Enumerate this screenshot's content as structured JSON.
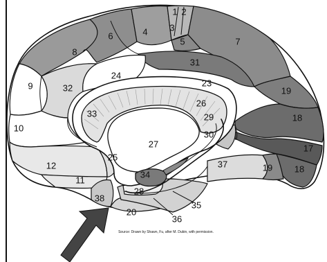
{
  "colors": {
    "white": "#ffffff",
    "light": "#e6e6e6",
    "lighter": "#efefef",
    "mid": "#b3b3b3",
    "midlight": "#cccccc",
    "dark": "#8a8a8a",
    "darker": "#6e6e6e",
    "darkest": "#5a5a5a",
    "outline": "#111111",
    "arrow": "#444444"
  },
  "icons": {
    "pointer": "arrow-pointer-icon"
  },
  "regions": {
    "r1": "1",
    "r2": "2",
    "r3": "3",
    "r4": "4",
    "r5": "5",
    "r6": "6",
    "r7": "7",
    "r8": "8",
    "r9": "9",
    "r10": "10",
    "r11": "11",
    "r12": "12",
    "r17": "17",
    "r18a": "18",
    "r18b": "18",
    "r19a": "19",
    "r19b": "19",
    "r20": "20",
    "r23": "23",
    "r24": "24",
    "r25": "25",
    "r26": "26",
    "r27": "27",
    "r28": "28",
    "r29": "29",
    "r30": "30",
    "r31": "31",
    "r32": "32",
    "r33": "33",
    "r34": "34",
    "r35": "35",
    "r36": "36",
    "r37": "37",
    "r38": "38"
  },
  "source_note": "Source: Drawn by Shawn, Fu, after M. Dubin, with permission."
}
